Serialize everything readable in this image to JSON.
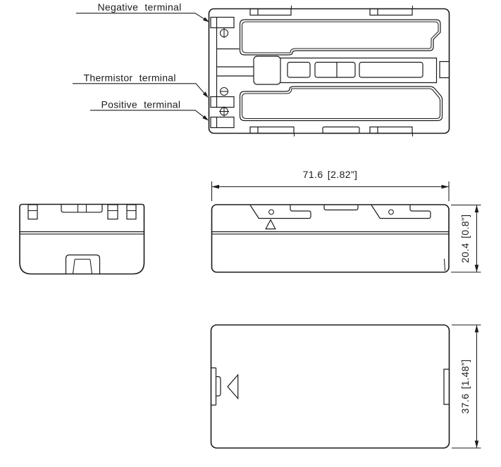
{
  "labels": {
    "negative": "Negative terminal",
    "thermistor": "Thermistor terminal",
    "positive": "Positive terminal"
  },
  "dimensions": {
    "width": "71.6 [2.82”]",
    "height": "20.4 [0.8”]",
    "depth": "37.6 [1.48”]"
  },
  "icons": {
    "negative_symbol": "circle-minus-icon",
    "thermistor_symbol": "circle-theta-icon",
    "positive_symbol": "circle-plus-icon"
  },
  "colors": {
    "line": "#1b1b1b",
    "background": "#ffffff"
  }
}
